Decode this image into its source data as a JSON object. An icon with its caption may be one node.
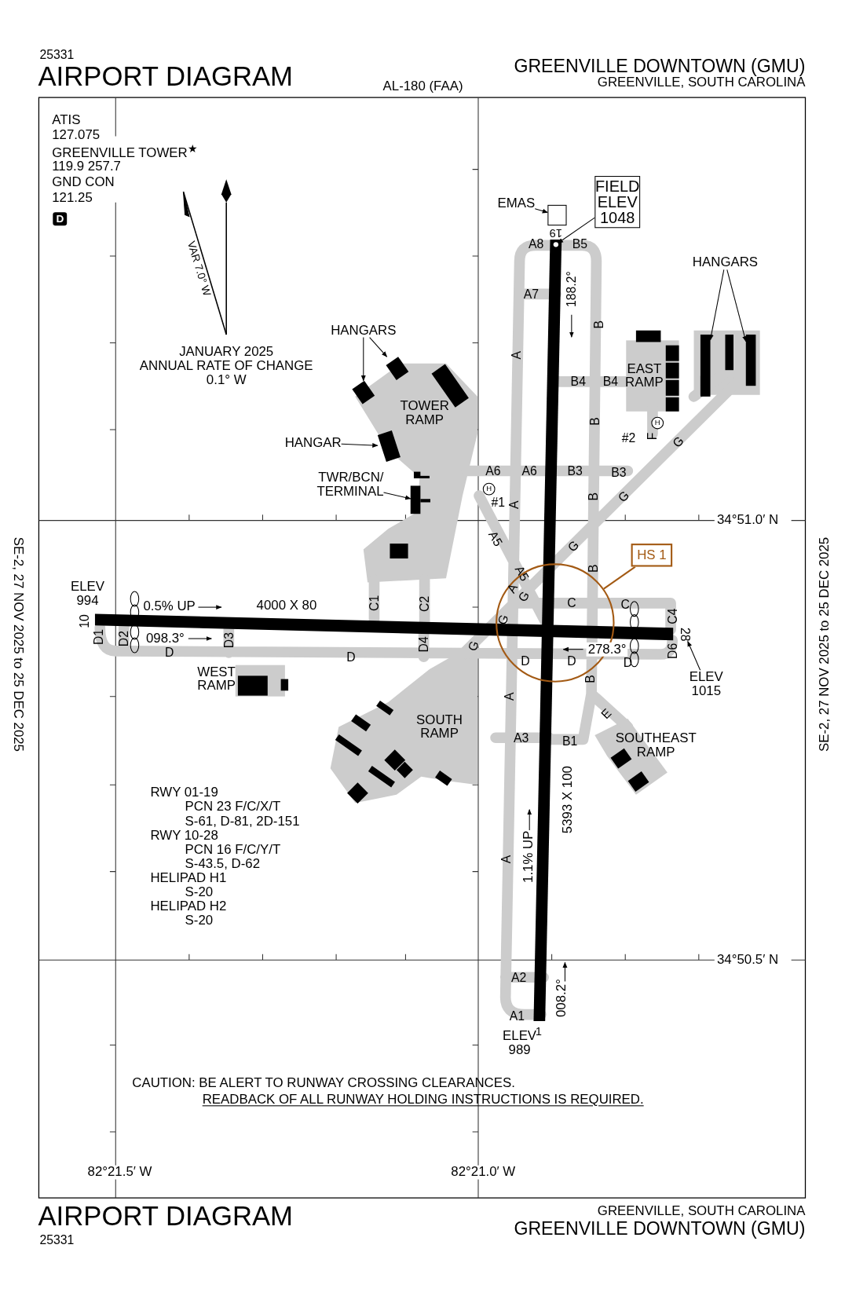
{
  "diagram": {
    "nodes": [
      {
        "text": [
          "EMAS"
        ]
      },
      {
        "text": [],
        "shape": "box"
      },
      {
        "text": [
          "FIELD ELEV 1048"
        ]
      },
      {
        "text": [],
        "shape": "circle"
      },
      {
        "text": [
          "HANGARS"
        ]
      },
      {
        "text": [],
        "shape": "box"
      },
      {
        "text": [],
        "shape": "box"
      },
      {
        "text": [
          "HANGARS"
        ]
      },
      {
        "text": [],
        "shape": "box"
      },
      {
        "text": [],
        "shape": "box"
      },
      {
        "text": [
          "HANGAR"
        ]
      },
      {
        "text": [],
        "shape": "box"
      },
      {
        "text": [
          "TWR/BCN/ TERMINAL"
        ]
      },
      {
        "text": [],
        "shape": "box"
      },
      {
        "text": [
          "HS 1"
        ]
      },
      {
        "text": [],
        "shape": "circle"
      },
      {
        "text": [
          "ELEV 1015"
        ]
      },
      {
        "text": [
          "28"
        ]
      }
    ],
    "edges": [
      {
        "from": 0,
        "to": 1,
        "arrow": "to"
      },
      {
        "from": 2,
        "to": 3,
        "arrow": "to"
      },
      {
        "from": 4,
        "to": 5,
        "arrow": "to"
      },
      {
        "from": 4,
        "to": 6,
        "arrow": "to"
      },
      {
        "from": 7,
        "to": 8,
        "arrow": "to"
      },
      {
        "from": 7,
        "to": 9,
        "arrow": "to"
      },
      {
        "from": 10,
        "to": 11,
        "arrow": "to"
      },
      {
        "from": 12,
        "to": 13,
        "arrow": "to"
      },
      {
        "from": 14,
        "to": 15,
        "arrow": "none",
        "color": "#a35a14"
      },
      {
        "from": 16,
        "to": 17,
        "arrow": "to"
      }
    ],
    "labels": [
      "25331",
      "AIRPORT DIAGRAM",
      "AL-180 (FAA)",
      "GREENVILLE DOWNTOWN (GMU)",
      "GREENVILLE, SOUTH CAROLINA",
      "ATIS",
      "127.075",
      "GREENVILLE TOWER$^{★}$",
      "119.9 257.7",
      "GND CON",
      "121.25",
      "D",
      "VAR 7.0° W",
      "JANUARY 2025 ANNUAL RATE OF CHANGE 0.1° W",
      "19",
      "A8",
      "B5",
      "A7",
      "188.2°",
      "B",
      "A",
      "B4",
      "B4",
      "EAST RAMP",
      "TOWER RAMP",
      "B",
      "H",
      "#2",
      "F",
      "G",
      "A6",
      "A6",
      "B3",
      "B3",
      "H",
      "#1",
      "A",
      "34°51.0′ N",
      "B",
      "G",
      "A5",
      "G",
      "A5",
      "B",
      "A",
      "G",
      "C",
      "C",
      "10",
      "ELEV 994",
      "0.5% UP",
      "4000 X 80",
      "C1",
      "C2",
      "C4",
      "G",
      "D1",
      "D2",
      "098.3°",
      "D3",
      "D",
      "D",
      "D4",
      "G",
      "D",
      "D",
      "278.3°",
      "D",
      "D6",
      "WEST RAMP",
      "B",
      "A",
      "E",
      "SOUTH RAMP",
      "A3",
      "B1",
      "SOUTHEAST RAMP",
      "5393 X 100",
      "RWY 01-19",
      "PCN 23 F/C/X/T",
      "S-61, D-81, 2D-151",
      "RWY 10-28",
      "PCN 16 F/C/Y/T",
      "S-43.5, D-62",
      "HELIPAD H1",
      "S-20",
      "HELIPAD H2",
      "S-20",
      "1.1% UP",
      "A",
      "34°50.5′ N",
      "A2",
      "008.2°",
      "A1",
      "1",
      "ELEV 989",
      "CAUTION: BE ALERT TO RUNWAY CROSSING CLEARANCES.",
      "READBACK OF ALL RUNWAY HOLDING INSTRUCTIONS IS REQUIRED.",
      "82°21.5′ W",
      "82°21.0′ W",
      "AIRPORT DIAGRAM",
      "25331",
      "GREENVILLE, SOUTH CAROLINA",
      "GREENVILLE DOWNTOWN (GMU)",
      "SE-2, 27 NOV 2025 to 25 DEC 2025",
      "SE-2, 27 NOV 2025 to 25 DEC 2025"
    ]
  }
}
